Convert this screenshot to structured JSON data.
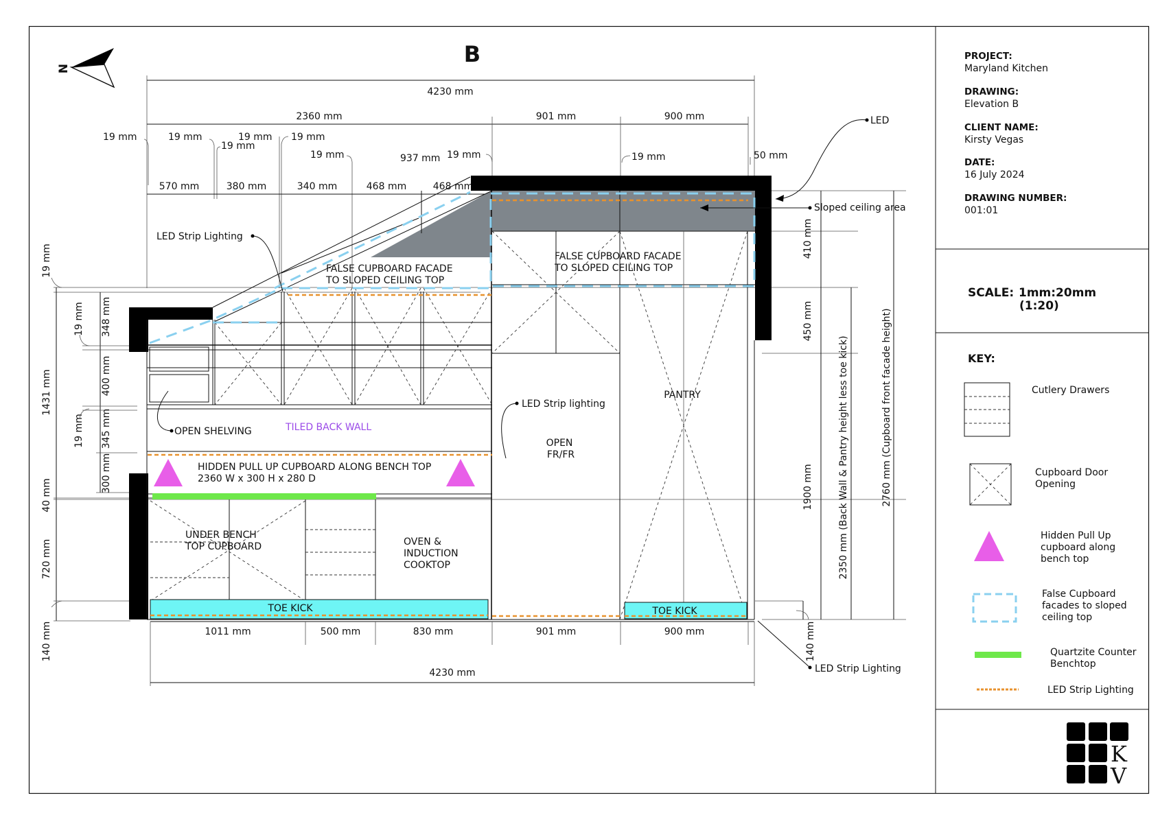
{
  "title_block": {
    "project_label": "PROJECT:",
    "project_value": "Maryland Kitchen",
    "drawing_label": "DRAWING:",
    "drawing_value": "Elevation B",
    "client_label": "CLIENT NAME:",
    "client_value": "Kirsty Vegas",
    "date_label": "DATE:",
    "date_value": "16 July 2024",
    "number_label": "DRAWING NUMBER:",
    "number_value": "001:01",
    "scale_label": "SCALE:",
    "scale_value": "1mm:20mm",
    "scale_ratio": "(1:20)"
  },
  "key": {
    "heading": "KEY:",
    "cutlery_drawers": "Cutlery Drawers",
    "cupboard_door_line1": "Cupboard Door",
    "cupboard_door_line2": "Opening",
    "pullup_line1": "Hidden Pull Up",
    "pullup_line2": "cupboard along",
    "pullup_line3": "bench top",
    "facade_line1": "False Cupboard",
    "facade_line2": "facades to sloped",
    "facade_line3": "ceiling top",
    "quartzite_line1": "Quartzite Counter",
    "quartzite_line2": "Benchtop",
    "led_strip": "LED Strip Lighting"
  },
  "logo": {
    "k": "K",
    "v": "V"
  },
  "colors": {
    "quartzite": "#6ee84a",
    "toe_kick": "#6ef5f5",
    "pullup": "#e85ee8",
    "facade": "#8ad0ef",
    "led": "#e8922e",
    "sloped": "#7f868c",
    "tiled_text": "#9b4be8"
  },
  "drawing": {
    "elevation_letter": "B",
    "north": "N",
    "dims_top": {
      "overall": "4230 mm",
      "left_run": "2360 mm",
      "mid": "901 mm",
      "right": "900 mm",
      "t19a": "19 mm",
      "t19b": "19 mm",
      "t19c": "19 mm",
      "t19d": "19 mm",
      "t19e": "19 mm",
      "t19f": "19 mm",
      "t19g": "19 mm",
      "t19h": "19 mm",
      "t937": "937 mm",
      "t50": "50 mm",
      "b570": "570 mm",
      "b380": "380 mm",
      "b340": "340 mm",
      "b468a": "468 mm",
      "b468b": "468 mm"
    },
    "dims_bottom": {
      "d1011": "1011 mm",
      "d500": "500 mm",
      "d830": "830 mm",
      "d901": "901 mm",
      "d900": "900 mm",
      "overall": "4230 mm"
    },
    "dims_left": {
      "v19top": "19 mm",
      "v348": "348 mm",
      "v19a": "19 mm",
      "v400": "400 mm",
      "v1431": "1431 mm",
      "v19b": "19 mm",
      "v345": "345 mm",
      "v300": "300 mm",
      "v40": "40 mm",
      "v720": "720 mm",
      "v140": "140 mm"
    },
    "dims_right": {
      "r410": "410 mm",
      "r450": "450 mm",
      "r1900": "1900 mm",
      "r2350": "2350 mm (Back Wall & Pantry height less toe kick)",
      "r2760": "2760 mm (Cupboard front facade height)",
      "r140": "140 mm"
    },
    "labels": {
      "led_top": "LED",
      "sloped_ceiling": "Sloped ceiling area",
      "led_strip_left": "LED Strip Lighting",
      "facade_l1": "FALSE CUPBOARD FACADE",
      "facade_l2": "TO SLOPED CEILING TOP",
      "facade_r1": "FALSE CUPBOARD FACADE",
      "facade_r2": "TO SLOPED CEILING TOP",
      "open_shelving": "OPEN SHELVING",
      "tiled_back_wall": "TILED BACK WALL",
      "led_strip_mid": "LED Strip lighting",
      "open_l1": "OPEN",
      "open_l2": "FR/FR",
      "pantry": "PANTRY",
      "pullup_l1": "HIDDEN PULL UP CUPBOARD ALONG BENCH TOP",
      "pullup_l2": "2360 W x 300 H x 280 D",
      "under_l1": "UNDER BENCH",
      "under_l2": "TOP CUPBOARD",
      "oven_l1": "OVEN &",
      "oven_l2": "INDUCTION",
      "oven_l3": "COOKTOP",
      "toe_kick_l": "TOE KICK",
      "toe_kick_r": "TOE KICK",
      "led_strip_bottom": "LED Strip Lighting"
    }
  }
}
